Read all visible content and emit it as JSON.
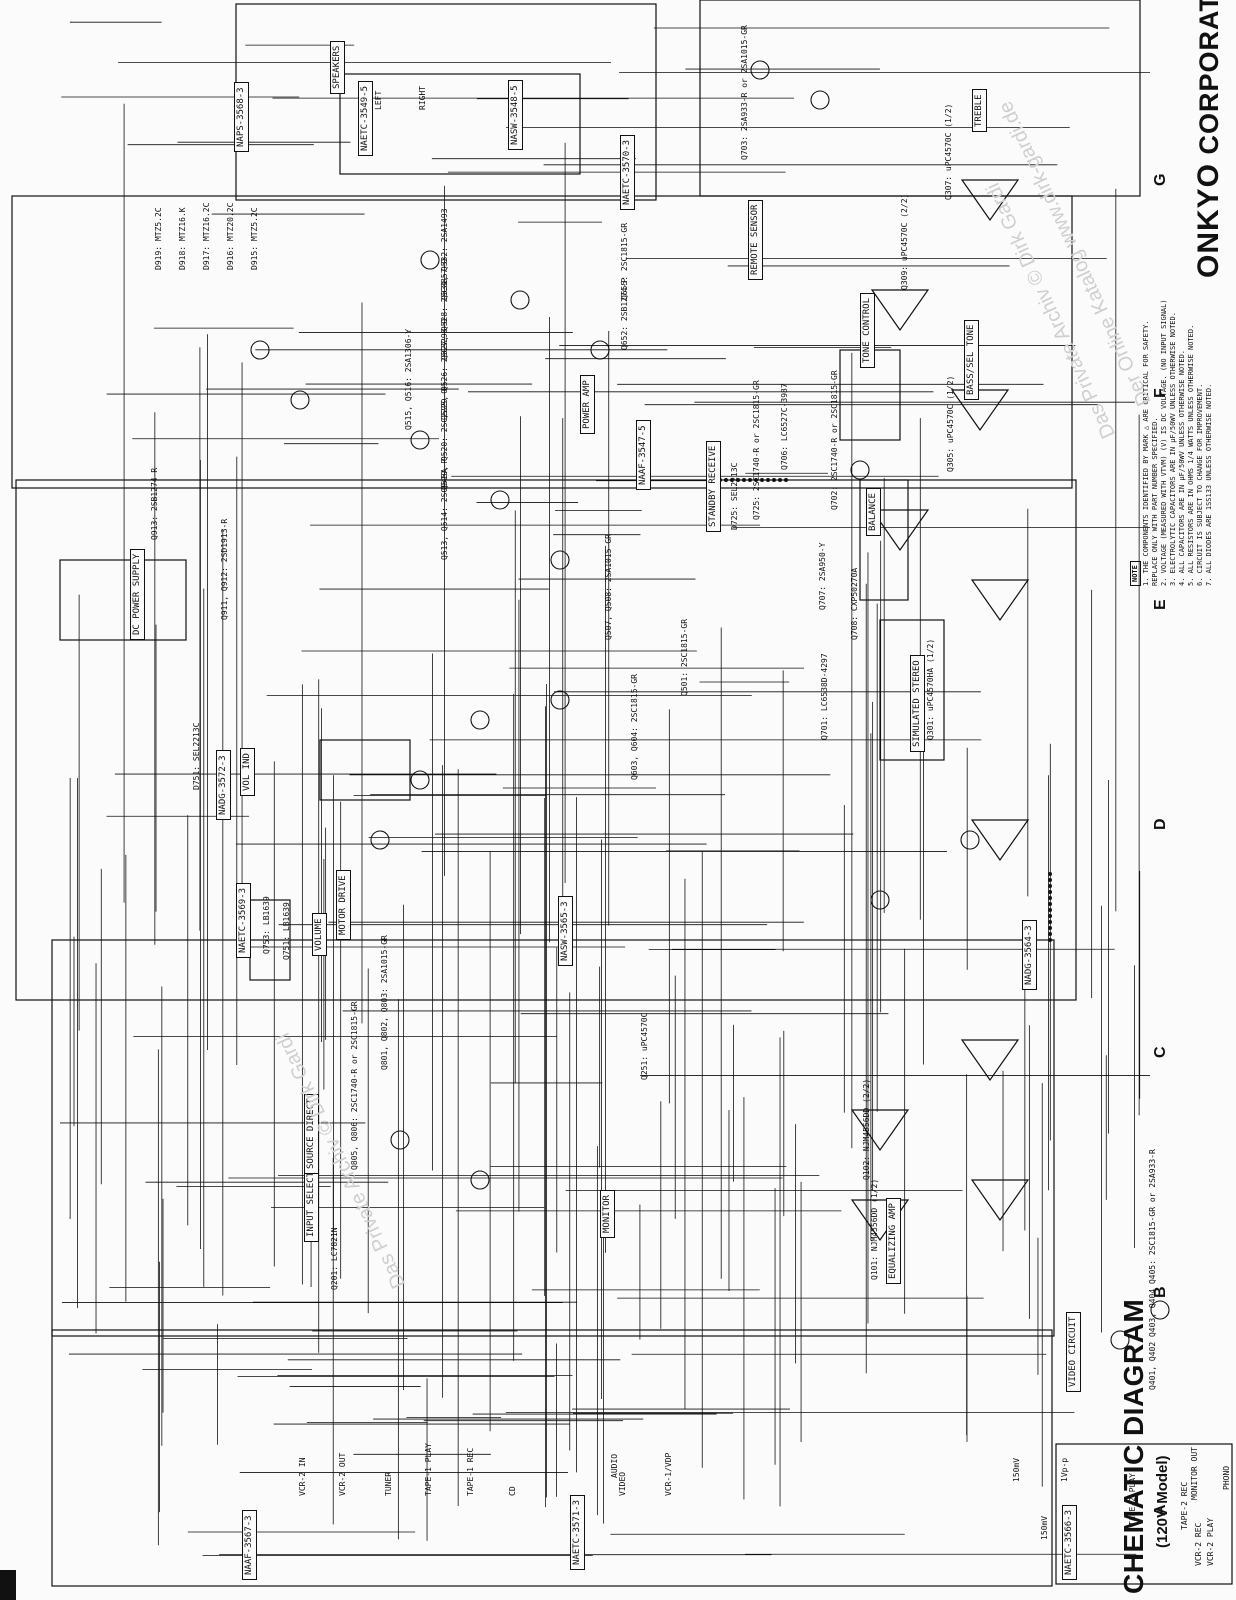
{
  "header": {
    "title": "CHEMATIC DIAGRAM",
    "subtitle": "(120V Model)",
    "brand_logo": "ONKYO",
    "brand_text": "CORPORATIO"
  },
  "grid_letters": [
    "A",
    "B",
    "C",
    "D",
    "E",
    "F",
    "G"
  ],
  "boards": [
    "NAETC-3566-3",
    "VIDEO CIRCUIT",
    "NADG-3564-3",
    "EQUALIZING AMP",
    "SIMULATED STEREO",
    "BASS/SEL TONE",
    "TREBLE",
    "TONE CONTROL",
    "BALANCE",
    "MONITOR",
    "INPUT SELECTOR",
    "SOURCE DIRECT",
    "NAAF-3567-3",
    "NAETC-3571-3",
    "NASW-3565-3",
    "NAETC-3569-3",
    "VOLUME",
    "MOTOR DRIVE",
    "NADG-3572-3",
    "VOL IND",
    "STANDBY RECEIVE",
    "NAAF-3547-5",
    "POWER AMP",
    "NAETC-3570-3",
    "NASW-3548-5",
    "NAETC-3549-5",
    "SPEAKERS",
    "NAPS-3568-3",
    "DC POWER SUPPLY",
    "REMOTE SENSOR",
    "LEFT",
    "RIGHT"
  ],
  "left_io": {
    "vcr2_rec": "VCR-2 REC",
    "vcr2_play": "VCR-2 PLAY",
    "monitor_out": "MONITOR OUT",
    "phono": "PHONO",
    "tape2_rec": "TAPE-2 REC",
    "tape2_play": "TAPE-2 PLAY",
    "vcr1_vdp": "VCR-1/VDP",
    "video": "VIDEO",
    "audio": "AUDIO",
    "cd": "CD",
    "tape1_rec": "TAPE-1 REC",
    "tape1_play": "TAPE-1 PLAY",
    "tuner": "TUNER",
    "vcr2_out": "VCR-2 OUT",
    "vcr2_in": "VCR-2 IN",
    "level_150": "150mV",
    "level_1vp": "1Vp-p"
  },
  "parts": [
    "Q301: uPC4570HA (1/2)",
    "Q305: uPC4570C (1/2)",
    "Q307: uPC4570C (1/2)",
    "Q309: uPC4570C (2/2)",
    "Q101: NJM4556DD (1/2)",
    "Q102: NJM4556DD (2/2)",
    "Q251: uPC4570C",
    "Q701: LC6538D-4297",
    "Q706: LC6527C-3987",
    "Q708: CXP50270A",
    "Q201: LC7821N",
    "Q751: LB1639",
    "Q753: LB1639",
    "Q401, Q402 Q403, Q404 Q405: 2SC1815-GR or 2SA933-R",
    "Q702: 2SC1740-R or 2SC1815-GR",
    "Q707: 2SA950-Y",
    "Q703: 2SA933-R or 2SA1015-GR",
    "Q725: 2SC1740-R or 2SC1815-GR",
    "Q507, Q508: 2SA1015-GR",
    "Q501: 2SC1815-GR",
    "Q513, Q514: 2SC945A-P",
    "Q515, Q516: 2SA1306-Y",
    "Q519, Q520: 2SC2229-O",
    "Q525, Q526: 2SC3298-O",
    "Q527, Q528: 2SC3857-O",
    "Q531, Q532: 2SA1493",
    "Q603, Q604: 2SC1815-GR",
    "Q655: 2SC1815-GR",
    "Q652: 2SB1274-P",
    "Q911, Q912: 2SD1913-R",
    "Q913: 2SB1274-R",
    "Q805, Q806: 2SC1740-R or 2SC1815-GR",
    "Q801, Q802, Q803: 2SA1015-GR",
    "D751: SEL2213C",
    "D725: SEL2213C",
    "D915: MTZ5.2C",
    "D916: MTZ20.2C",
    "D917: MTZ16.2C",
    "D918: MTZ16.K",
    "D919: MTZ5.2C"
  ],
  "notes": {
    "header": "NOTE",
    "lines": [
      "1. THE COMPONENTS IDENTIFIED BY MARK △ ARE CRITICAL FOR SAFETY.",
      "   REPLACE ONLY WITH PART NUMBER SPECIFIED.",
      "2. VOLTAGE (MEASURED WITH VTVM) (V) IS DC VOLTAGE. (NO INPUT SIGNAL)",
      "3. ELECTROLYTIC CAPACITORS ARE IN μF/50WV UNLESS OTHERWISE NOTED.",
      "4. ALL CAPACITORS ARE IN μF/50WV UNLESS OTHERWISE NOTED.",
      "5. ALL RESISTORS ARE IN OHMS 1/4 WATTS UNLESS OTHERWISE NOTED.",
      "6. CIRCUIT IS SUBJECT TO CHANGE FOR IMPROVEMENT.",
      "7. ALL DIODES ARE 1SS133 UNLESS OTHERWISE NOTED."
    ]
  },
  "watermarks": [
    "Das Private Archiv © Dirk Gardi",
    "Der Online Katalog www.dirk-gardi.de",
    "Das Private Archiv © Dirk Gardi"
  ],
  "palette": {
    "ink": "#111111",
    "paper": "#fbfbfb",
    "watermark": "#cfcfcf"
  }
}
